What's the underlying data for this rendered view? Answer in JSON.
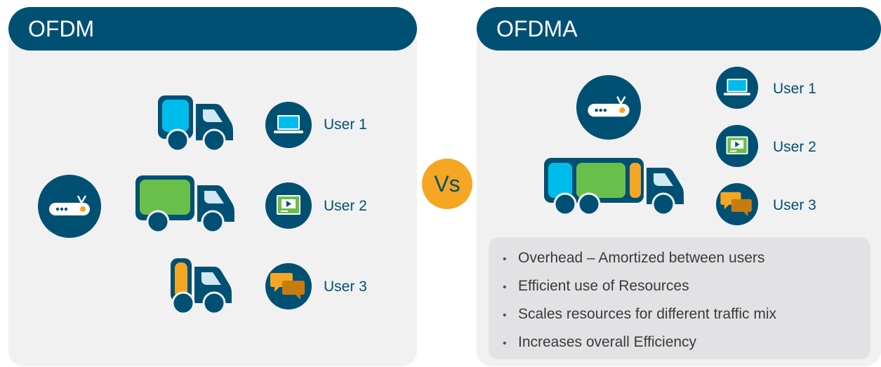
{
  "left": {
    "title": "OFDM",
    "users": [
      "User 1",
      "User 2",
      "User 3"
    ]
  },
  "vs_label": "Vs",
  "right": {
    "title": "OFDMA",
    "users": [
      "User 1",
      "User 2",
      "User 3"
    ],
    "bullets": [
      "Overhead – Amortized between users",
      "Efficient use of Resources",
      "Scales resources for different traffic mix",
      "Increases overall Efficiency"
    ]
  },
  "colors": {
    "navy": "#005073",
    "panel": "#f1f1f2",
    "cyan": "#00bceb",
    "green": "#6abf4b",
    "orange": "#f5a623",
    "vs": "#f5a623"
  },
  "icons": [
    "router-icon",
    "truck-icon",
    "laptop-icon",
    "video-player-icon",
    "chat-icon"
  ]
}
